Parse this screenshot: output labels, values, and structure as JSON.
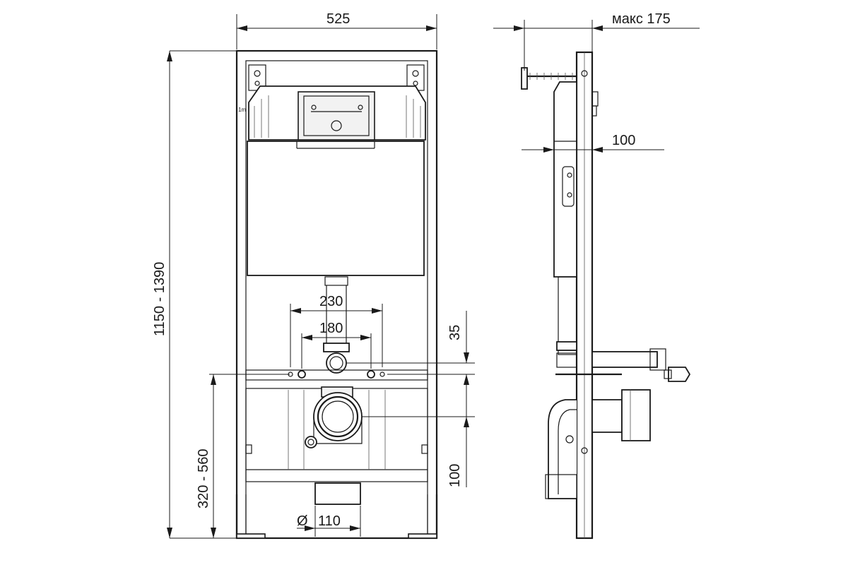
{
  "dimensions": {
    "width_525": "525",
    "depth_max": "макс 175",
    "offset_100_top": "100",
    "height_range": "1150 - 1390",
    "spacing_230": "230",
    "spacing_180": "180",
    "offset_35": "35",
    "height_320_560": "320 - 560",
    "offset_100_bottom": "100",
    "diameter_110": "110",
    "diameter_symbol": "Ø"
  },
  "labels": {
    "level_mark": "1m"
  }
}
